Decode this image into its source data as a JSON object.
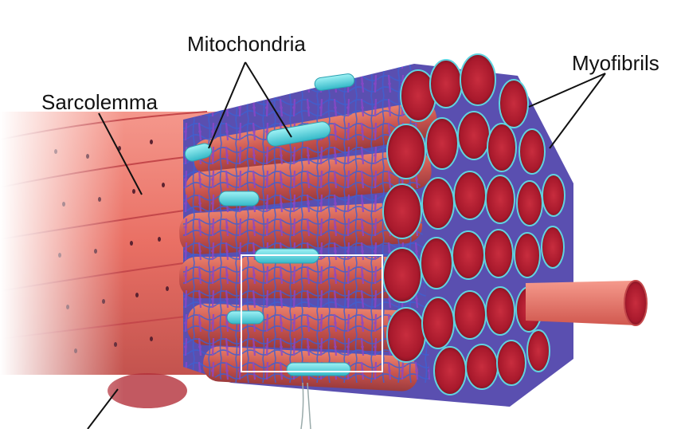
{
  "labels": {
    "mitochondria": "Mitochondria",
    "sarcolemma": "Sarcolemma",
    "myofibrils": "Myofibrils"
  },
  "colors": {
    "fiber_red": "#e8685c",
    "fiber_dark": "#b3303a",
    "fibril_tissue": "#c9544e",
    "fibril_cross_section": "#a8192c",
    "reticulum_blue": "#3f5fd0",
    "reticulum_purple": "#8a46c8",
    "mitochondria_cyan": "#4fd6e0",
    "leader_line": "#111111",
    "highlight_box": "#ffffff"
  }
}
